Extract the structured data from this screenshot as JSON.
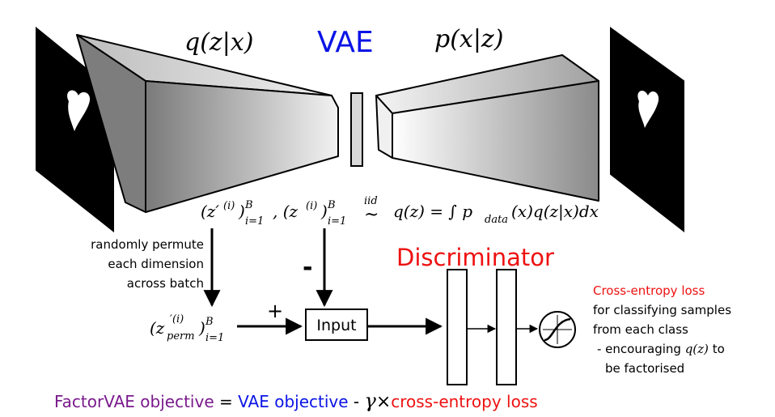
{
  "vae_title": "VAE",
  "encoder_label": "q(z|x)",
  "decoder_label": "p(x|z)",
  "samples_formula": {
    "part1": "(z′",
    "sup1": "(i)",
    "close1": ")",
    "sup_b1": "B",
    "sub_i1": "i=1",
    "comma": ", (z",
    "sup2": "(i)",
    "close2": ")",
    "sup_b2": "B",
    "sub_i2": "i=1",
    "iid": "iid",
    "tilde": "~",
    "rhs": "q(z) = ∫ p",
    "sub_data": "data",
    "rhs2": "(x)q(z|x)dx"
  },
  "permute_text": [
    "randomly permute",
    "each dimension",
    "across batch"
  ],
  "permuted_formula": {
    "open": "(z",
    "sup": "′(i)",
    "sub": "perm",
    "close": ")",
    "sup_b": "B",
    "sub_i": "i=1"
  },
  "plus_sign": "+",
  "minus_sign": "-",
  "input_label": "Input",
  "discriminator_title": "Discriminator",
  "loss": {
    "title": "Cross-entropy loss",
    "line1": "for classifying samples",
    "line2": "from each class",
    "line3_pre": "- encouraging ",
    "line3_math": "q(z)",
    "line3_post": " to",
    "line4": "be factorised"
  },
  "objective": {
    "part1": "FactorVAE objective",
    "eq": " = ",
    "part2": "VAE objective",
    "minus": " - ",
    "gamma": "γ",
    "times": "×",
    "part3": "cross-entropy loss"
  },
  "colors": {
    "vae_blue": "#0a14e6",
    "red": "#ee1111",
    "purple": "#7a1a8c",
    "black": "#000000"
  }
}
